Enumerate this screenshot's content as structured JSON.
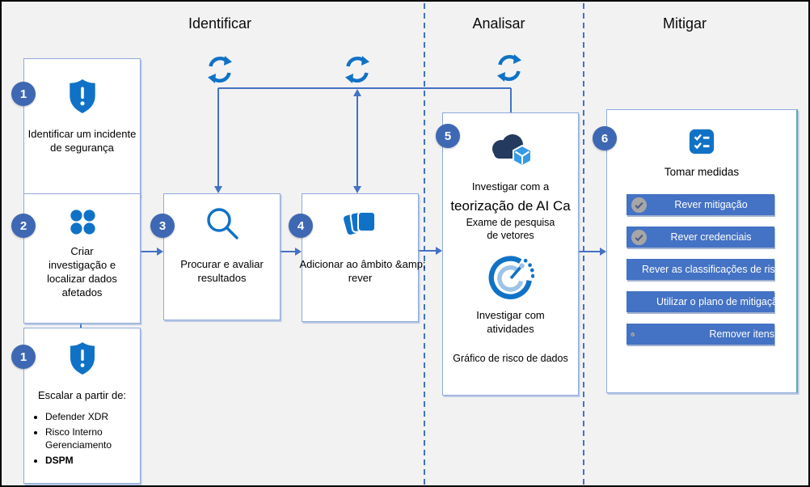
{
  "diagram": {
    "phases": {
      "identify": "Identificar",
      "analyze": "Analisar",
      "mitigate": "Mitigar"
    },
    "identify_incident": {
      "badge": "1",
      "lines": [
        "Identificar um incidente",
        "de segurança"
      ]
    },
    "create_investigation": {
      "badge": "2",
      "lines": [
        "Criar",
        "investigação e",
        "localizar dados",
        "afetados"
      ]
    },
    "escalate": {
      "badge": "1",
      "title": "Escalar a partir de:",
      "bullets": [
        "Defender XDR",
        "Risco Interno Gerenciamento",
        "DSPM"
      ]
    },
    "search_evaluate": {
      "badge": "3",
      "lines": [
        "Procurar e avaliar",
        "resultados"
      ]
    },
    "add_scope": {
      "badge": "4",
      "line1": "Adicionar ao âmbito &amp;",
      "line2": "rever"
    },
    "investigate": {
      "badge": "5",
      "line1": "Investigar com a",
      "line2": "teorização de AI Ca",
      "line3": "Exame de pesquisa",
      "line4": "de vetores",
      "line5": "Investigar com",
      "line6": "atividades",
      "line7": "Gráfico de risco de dados"
    },
    "take_action": {
      "badge": "6",
      "title": "Tomar medidas",
      "buttons": [
        "Rever mitigação",
        "Rever credenciais",
        "Rever as classificações de risco",
        "Utilizar o plano de mitigação",
        "Remover itens"
      ]
    }
  },
  "colors": {
    "accent_blue": "#4472c4",
    "icon_blue": "#1072c6",
    "badge_blue": "#3e68b3",
    "cloud_navy": "#243a5e",
    "cube_blue": "#359be6",
    "light_blue": "#9dc3e6",
    "button_blue": "#4472c4",
    "teal_edge": "#56b0a8",
    "gray_circle": "#a6a6a6"
  }
}
